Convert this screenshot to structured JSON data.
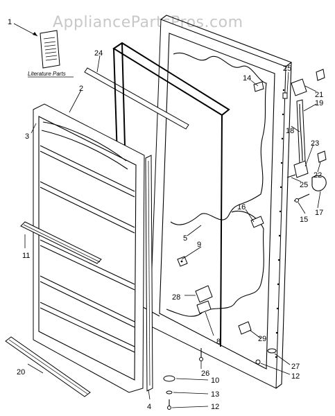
{
  "watermark": "AppliancePartsPros.com",
  "literature_label": "Literature Parts",
  "callouts": [
    {
      "id": "c1",
      "text": "1"
    },
    {
      "id": "c2",
      "text": "2"
    },
    {
      "id": "c3",
      "text": "3"
    },
    {
      "id": "c4",
      "text": "4"
    },
    {
      "id": "c5",
      "text": "5"
    },
    {
      "id": "c8",
      "text": "8"
    },
    {
      "id": "c9",
      "text": "9"
    },
    {
      "id": "c10",
      "text": "10"
    },
    {
      "id": "c11",
      "text": "11"
    },
    {
      "id": "c12a",
      "text": "12"
    },
    {
      "id": "c12b",
      "text": "12"
    },
    {
      "id": "c13",
      "text": "13"
    },
    {
      "id": "c14",
      "text": "14"
    },
    {
      "id": "c15",
      "text": "15"
    },
    {
      "id": "c16",
      "text": "16"
    },
    {
      "id": "c17",
      "text": "17"
    },
    {
      "id": "c18",
      "text": "18"
    },
    {
      "id": "c19",
      "text": "19"
    },
    {
      "id": "c20",
      "text": "20"
    },
    {
      "id": "c21",
      "text": "21"
    },
    {
      "id": "c22",
      "text": "22"
    },
    {
      "id": "c23",
      "text": "23"
    },
    {
      "id": "c24",
      "text": "24"
    },
    {
      "id": "c25a",
      "text": "25"
    },
    {
      "id": "c25b",
      "text": "25"
    },
    {
      "id": "c26",
      "text": "26"
    },
    {
      "id": "c27",
      "text": "27"
    },
    {
      "id": "c28",
      "text": "28"
    },
    {
      "id": "c29",
      "text": "29"
    }
  ]
}
